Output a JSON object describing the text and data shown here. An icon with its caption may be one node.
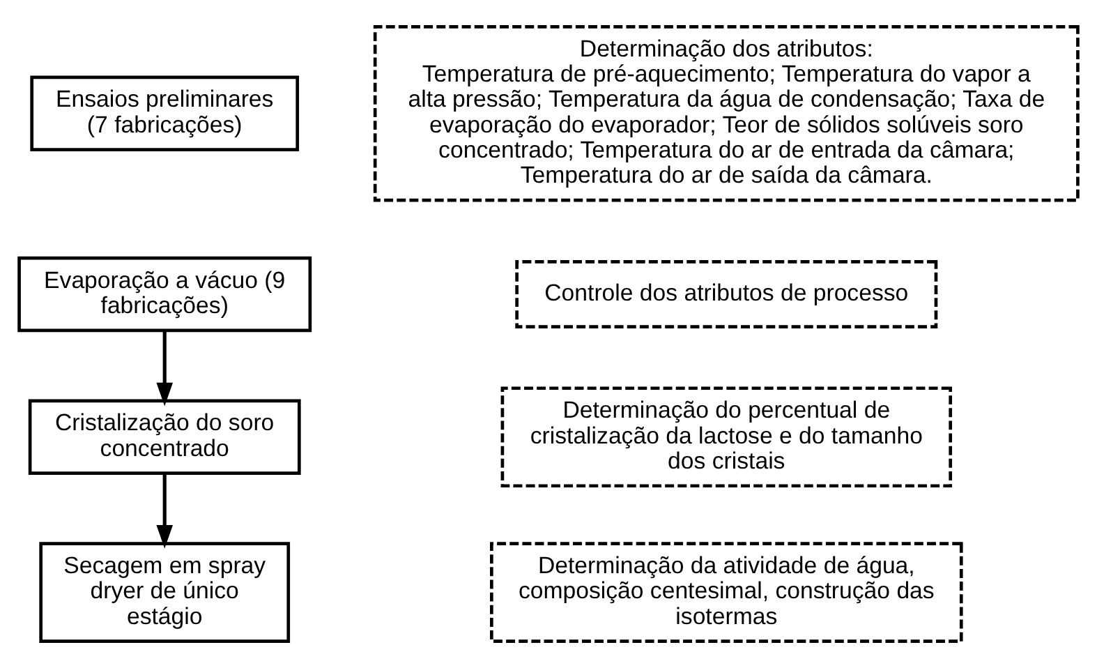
{
  "diagram": {
    "nodes": [
      {
        "text": [
          "Ensaios preliminares (7 fabricações)"
        ]
      },
      {
        "text": [
          "Determinação dos atributos:",
          "Temperatura de pré-aquecimento; Temperatura do vapor a alta pressão; Temperatura da água de condensação; Taxa de evaporação do evaporador; Teor de sólidos solúveis soro concentrado; Temperatura do ar de entrada da câmara; Temperatura do ar de saída da câmara."
        ]
      },
      {
        "text": [
          "Evaporação a vácuo (9 fabricações)"
        ]
      },
      {
        "text": [
          "Controle dos atributos de processo"
        ]
      },
      {
        "text": [
          "Cristalização do soro concentrado"
        ]
      },
      {
        "text": [
          "Determinação do percentual de cristalização da lactose e do tamanho dos cristais"
        ]
      },
      {
        "text": [
          "Secagem em spray dryer de único estágio"
        ]
      },
      {
        "text": [
          "Determinação da atividade de água, composição centesimal, construção das isotermas"
        ]
      }
    ],
    "edges": [
      {
        "from": 2,
        "to": 4,
        "arrow": "to"
      },
      {
        "from": 4,
        "to": 6,
        "arrow": "to"
      }
    ]
  }
}
